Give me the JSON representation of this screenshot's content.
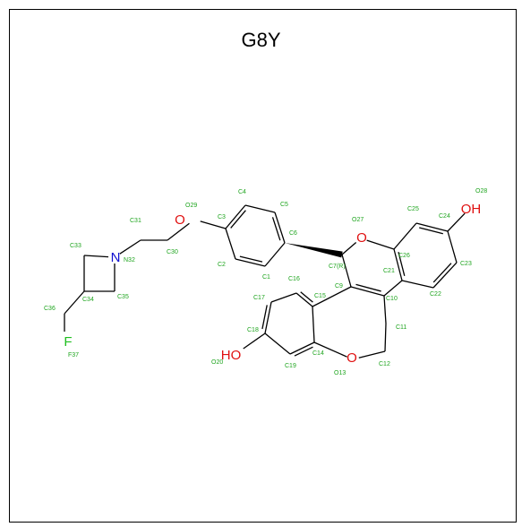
{
  "title": "G8Y",
  "colors": {
    "bond": "#000000",
    "carbon_label": "#1fa51f",
    "oxygen": "#e01010",
    "nitrogen": "#1010d0",
    "fluorine": "#1fbf1f"
  },
  "atoms": [
    {
      "id": "C1",
      "label": "C1",
      "element": "C"
    },
    {
      "id": "C2",
      "label": "C2",
      "element": "C"
    },
    {
      "id": "C3",
      "label": "C3",
      "element": "C"
    },
    {
      "id": "C4",
      "label": "C4",
      "element": "C"
    },
    {
      "id": "C5",
      "label": "C5",
      "element": "C"
    },
    {
      "id": "C6",
      "label": "C6",
      "element": "C"
    },
    {
      "id": "C7",
      "label": "C7(R)",
      "element": "C"
    },
    {
      "id": "C9",
      "label": "C9",
      "element": "C"
    },
    {
      "id": "C10",
      "label": "C10",
      "element": "C"
    },
    {
      "id": "C11",
      "label": "C11",
      "element": "C"
    },
    {
      "id": "C12",
      "label": "C12",
      "element": "C"
    },
    {
      "id": "O13",
      "label": "O13",
      "element": "O",
      "symbol": "O"
    },
    {
      "id": "C14",
      "label": "C14",
      "element": "C"
    },
    {
      "id": "C15",
      "label": "C15",
      "element": "C"
    },
    {
      "id": "C16",
      "label": "C16",
      "element": "C"
    },
    {
      "id": "C17",
      "label": "C17",
      "element": "C"
    },
    {
      "id": "C18",
      "label": "C18",
      "element": "C"
    },
    {
      "id": "C19",
      "label": "C19",
      "element": "C"
    },
    {
      "id": "O20",
      "label": "O20",
      "element": "O",
      "symbol": "HO"
    },
    {
      "id": "C21",
      "label": "C21",
      "element": "C"
    },
    {
      "id": "C22",
      "label": "C22",
      "element": "C"
    },
    {
      "id": "C23",
      "label": "C23",
      "element": "C"
    },
    {
      "id": "C24",
      "label": "C24",
      "element": "C"
    },
    {
      "id": "C25",
      "label": "C25",
      "element": "C"
    },
    {
      "id": "C26",
      "label": "C26",
      "element": "C"
    },
    {
      "id": "O27",
      "label": "O27",
      "element": "O",
      "symbol": "O"
    },
    {
      "id": "O28",
      "label": "O28",
      "element": "O",
      "symbol": "OH"
    },
    {
      "id": "O29",
      "label": "O29",
      "element": "O",
      "symbol": "O"
    },
    {
      "id": "C30",
      "label": "C30",
      "element": "C"
    },
    {
      "id": "C31",
      "label": "C31",
      "element": "C"
    },
    {
      "id": "N32",
      "label": "N32",
      "element": "N",
      "symbol": "N"
    },
    {
      "id": "C33",
      "label": "C33",
      "element": "C"
    },
    {
      "id": "C34",
      "label": "C34",
      "element": "C"
    },
    {
      "id": "C35",
      "label": "C35",
      "element": "C"
    },
    {
      "id": "C36",
      "label": "C36",
      "element": "C"
    },
    {
      "id": "F37",
      "label": "F37",
      "element": "F",
      "symbol": "F"
    }
  ]
}
